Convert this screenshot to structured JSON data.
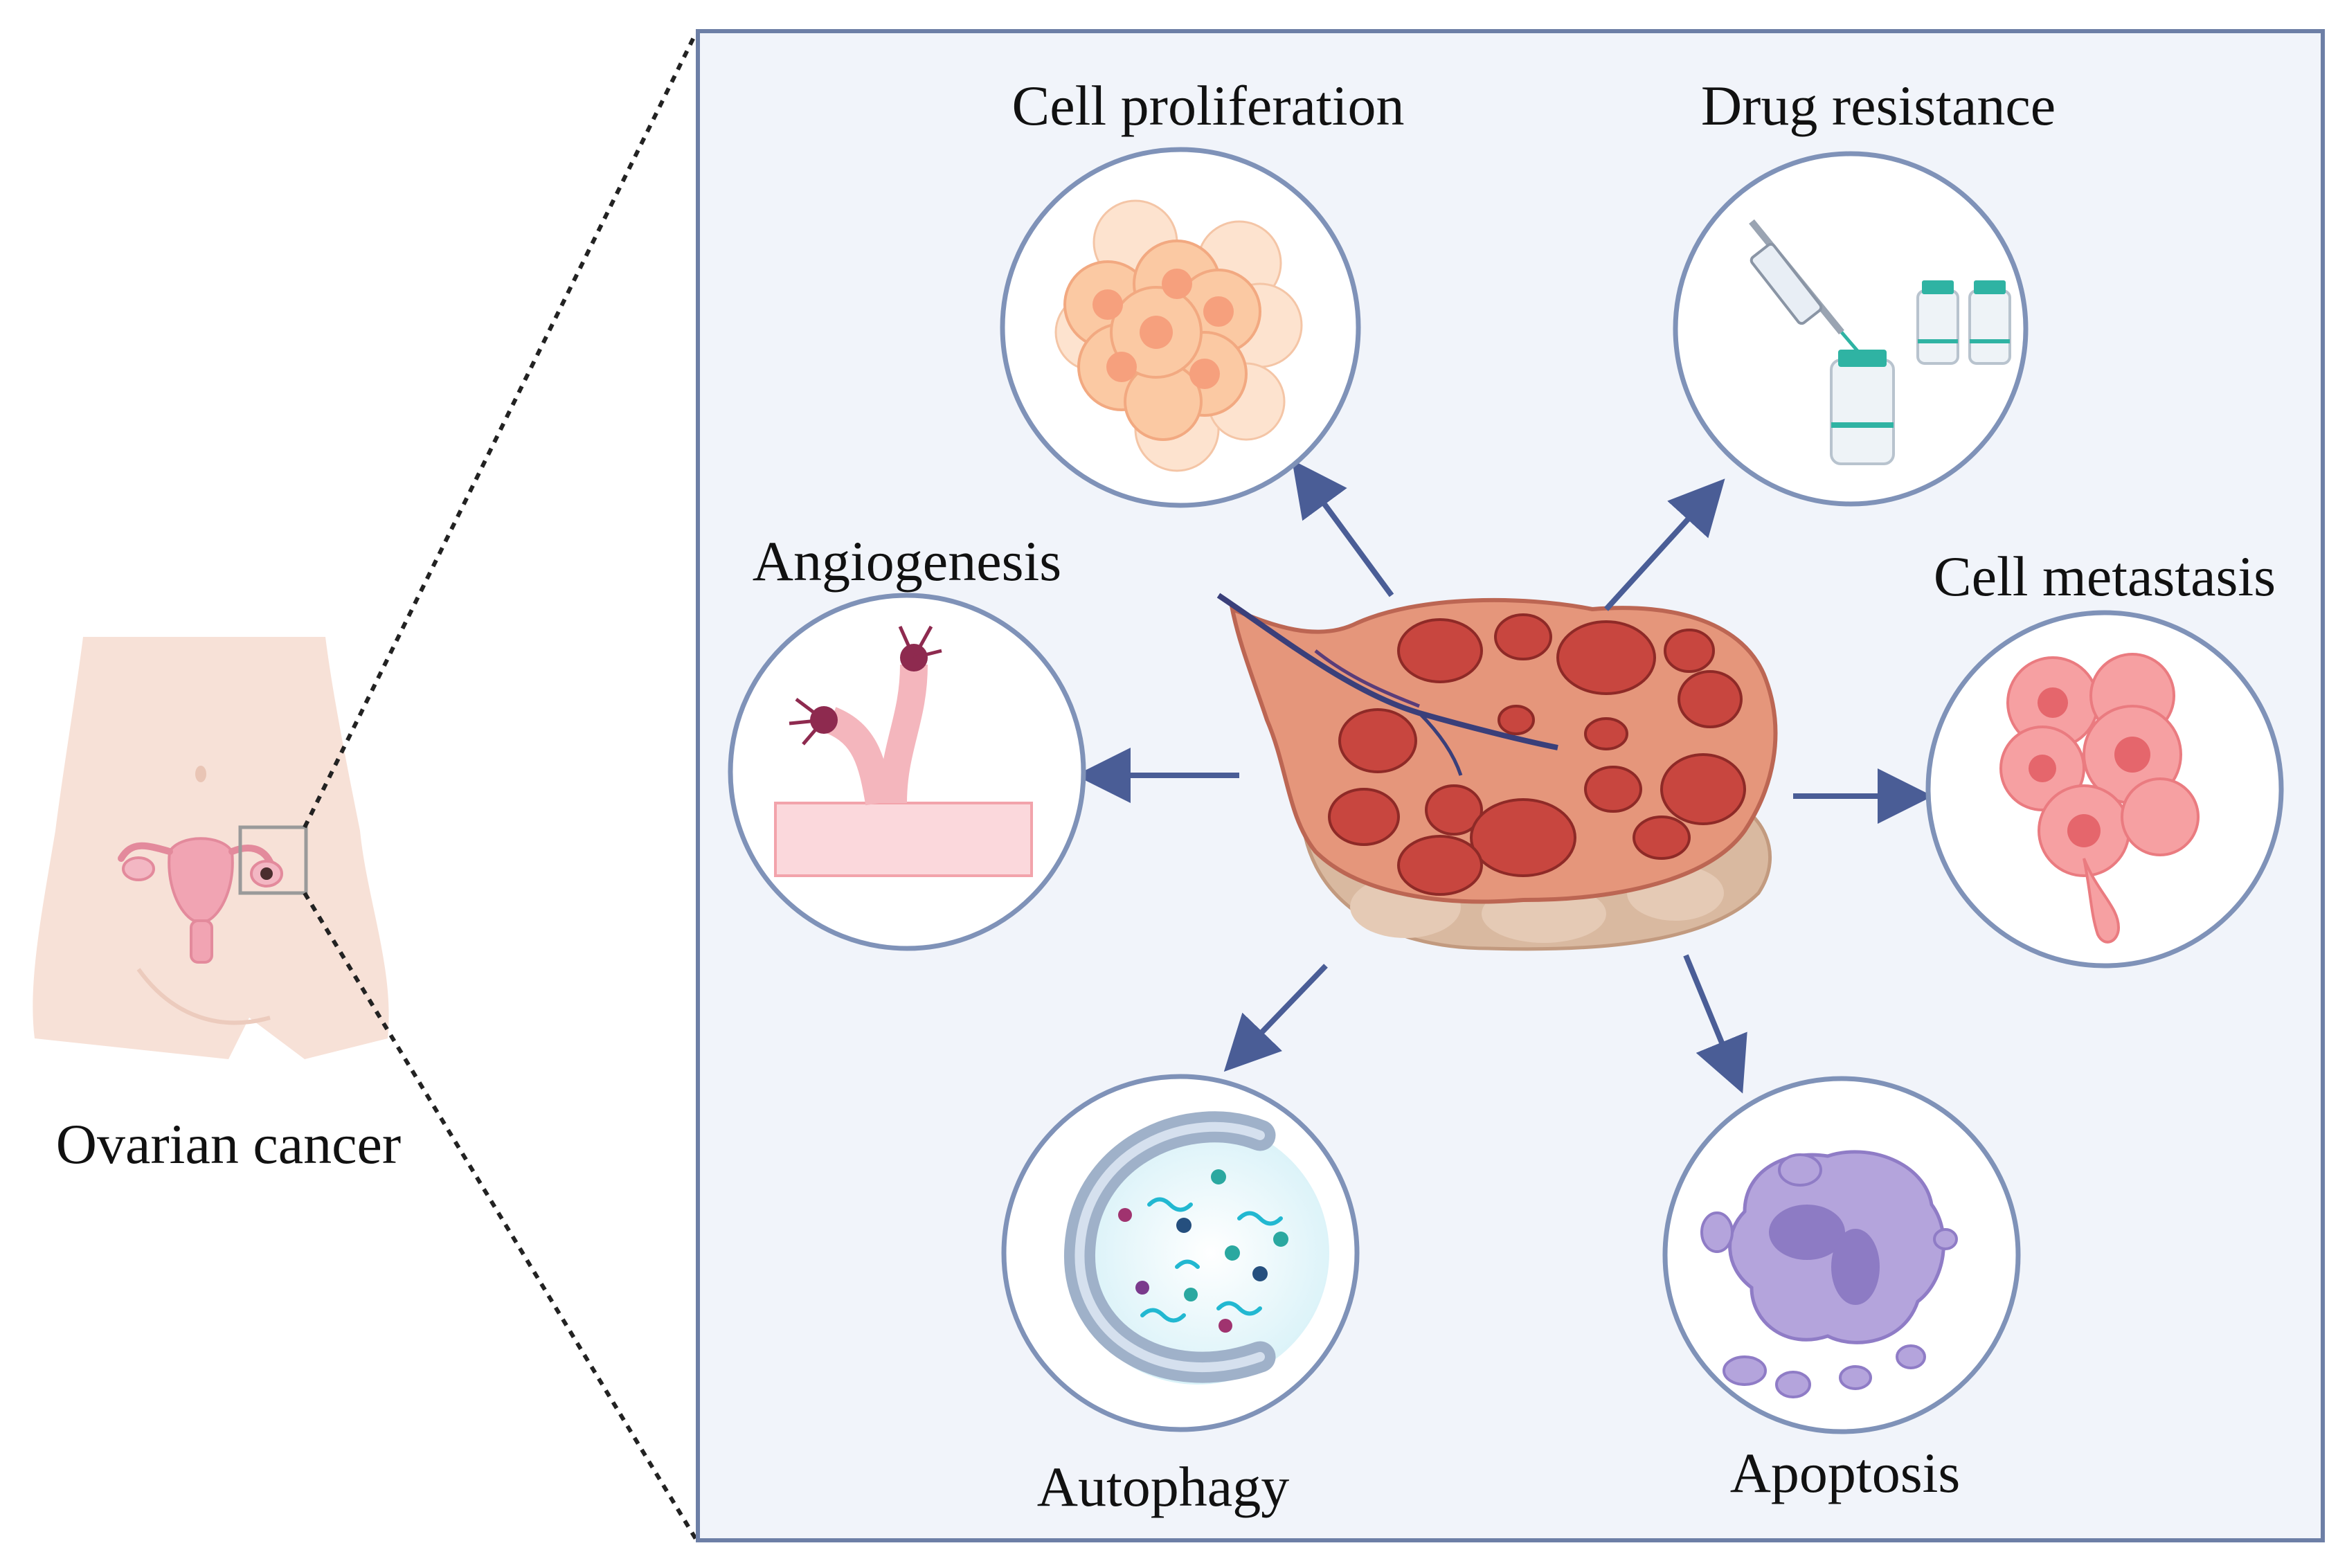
{
  "figure": {
    "left_label": "Ovarian cancer",
    "center_item": "ovary-tumor",
    "processes": [
      {
        "key": "proliferation",
        "label": "Cell proliferation",
        "icon": "cell-cluster-icon"
      },
      {
        "key": "drug",
        "label": "Drug resistance",
        "icon": "syringe-vials-icon"
      },
      {
        "key": "angio",
        "label": "Angiogenesis",
        "icon": "blood-vessel-sprout-icon"
      },
      {
        "key": "metastasis",
        "label": "Cell metastasis",
        "icon": "metastatic-cells-icon"
      },
      {
        "key": "autophagy",
        "label": "Autophagy",
        "icon": "autophagosome-icon"
      },
      {
        "key": "apoptosis",
        "label": "Apoptosis",
        "icon": "apoptotic-cell-icon"
      }
    ]
  },
  "colors": {
    "panel_bg": "#f1f4fa",
    "panel_border": "#6d7fa6",
    "arrow": "#4a5d96",
    "circle_stroke": "#7f92b8",
    "tumor_red": "#c8463f",
    "tumor_base": "#d9b9a0",
    "skin": "#f7e1d7"
  }
}
